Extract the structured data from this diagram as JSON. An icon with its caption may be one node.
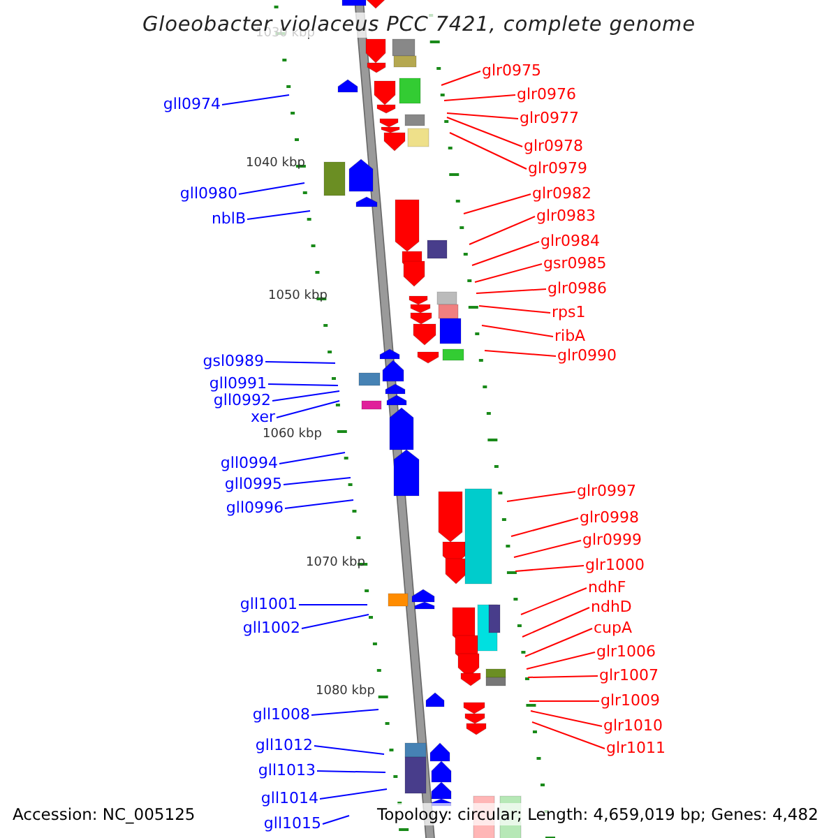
{
  "diagram": {
    "title": "Gloeobacter violaceus PCC 7421, complete genome",
    "nodes": [
      {
        "text": [
          "glr0975"
        ]
      },
      {
        "text": [
          "glr0976"
        ]
      },
      {
        "text": [
          "gll0974"
        ]
      },
      {
        "text": [
          "glr0977"
        ]
      },
      {
        "text": [
          "glr0978"
        ]
      },
      {
        "text": [
          "glr0979"
        ]
      },
      {
        "text": [
          "gll0980"
        ]
      },
      {
        "text": [
          "glr0982"
        ]
      },
      {
        "text": [
          "glr0983"
        ]
      },
      {
        "text": [
          "nblB"
        ]
      },
      {
        "text": [
          "glr0984"
        ]
      },
      {
        "text": [
          "gsr0985"
        ]
      },
      {
        "text": [
          "glr0986"
        ]
      },
      {
        "text": [
          "rps1"
        ]
      },
      {
        "text": [
          "ribA"
        ]
      },
      {
        "text": [
          "glr0990"
        ]
      },
      {
        "text": [
          "gsl0989"
        ]
      },
      {
        "text": [
          "gll0991"
        ]
      },
      {
        "text": [
          "gll0992"
        ]
      },
      {
        "text": [
          "xer"
        ]
      },
      {
        "text": [
          "gll0994"
        ]
      },
      {
        "text": [
          "gll0995"
        ]
      },
      {
        "text": [
          "glr0997"
        ]
      },
      {
        "text": [
          "gll0996"
        ]
      },
      {
        "text": [
          "glr0998"
        ]
      },
      {
        "text": [
          "glr0999"
        ]
      },
      {
        "text": [
          "glr1000"
        ]
      },
      {
        "text": [
          "ndhF"
        ]
      },
      {
        "text": [
          "gll1001"
        ]
      },
      {
        "text": [
          "ndhD"
        ]
      },
      {
        "text": [
          "gll1002"
        ]
      },
      {
        "text": [
          "cupA"
        ]
      },
      {
        "text": [
          "glr1006"
        ]
      },
      {
        "text": [
          "glr1007"
        ]
      },
      {
        "text": [
          "glr1009"
        ]
      },
      {
        "text": [
          "gll1008"
        ]
      },
      {
        "text": [
          "glr1010"
        ]
      },
      {
        "text": [
          "gll1012"
        ]
      },
      {
        "text": [
          "glr1011"
        ]
      },
      {
        "text": [
          "gll1013"
        ]
      },
      {
        "text": [
          "gll1014"
        ]
      },
      {
        "text": [
          "gll1015"
        ]
      }
    ],
    "edges": [
      {
        "from": 0,
        "to": null,
        "arrow": "none"
      },
      {
        "from": 1,
        "to": null,
        "arrow": "none"
      },
      {
        "from": 2,
        "to": null,
        "arrow": "none",
        "color": "#0000ff"
      },
      {
        "from": 3,
        "to": null,
        "arrow": "none"
      },
      {
        "from": 4,
        "to": null,
        "arrow": "none"
      },
      {
        "from": 5,
        "to": null,
        "arrow": "none"
      },
      {
        "from": 6,
        "to": null,
        "arrow": "none",
        "color": "#0000ff"
      },
      {
        "from": 7,
        "to": null,
        "arrow": "none"
      },
      {
        "from": 8,
        "to": null,
        "arrow": "none"
      },
      {
        "from": 9,
        "to": null,
        "arrow": "none",
        "color": "#0000ff"
      },
      {
        "from": 10,
        "to": null,
        "arrow": "none"
      },
      {
        "from": 11,
        "to": null,
        "arrow": "none"
      },
      {
        "from": 12,
        "to": null,
        "arrow": "none"
      },
      {
        "from": 13,
        "to": null,
        "arrow": "none"
      },
      {
        "from": 14,
        "to": null,
        "arrow": "none"
      },
      {
        "from": 15,
        "to": null,
        "arrow": "none"
      },
      {
        "from": 16,
        "to": null,
        "arrow": "none",
        "color": "#0000ff"
      },
      {
        "from": 17,
        "to": null,
        "arrow": "none",
        "color": "#0000ff"
      },
      {
        "from": 18,
        "to": null,
        "arrow": "none",
        "color": "#0000ff"
      },
      {
        "from": 19,
        "to": null,
        "arrow": "none",
        "color": "#0000ff"
      },
      {
        "from": 20,
        "to": null,
        "arrow": "none",
        "color": "#0000ff"
      },
      {
        "from": 21,
        "to": null,
        "arrow": "none",
        "color": "#0000ff"
      },
      {
        "from": 22,
        "to": null,
        "arrow": "none"
      },
      {
        "from": 23,
        "to": null,
        "arrow": "none",
        "color": "#0000ff"
      },
      {
        "from": 24,
        "to": null,
        "arrow": "none"
      },
      {
        "from": 25,
        "to": null,
        "arrow": "none"
      },
      {
        "from": 26,
        "to": null,
        "arrow": "none"
      },
      {
        "from": 27,
        "to": null,
        "arrow": "none"
      },
      {
        "from": 28,
        "to": null,
        "arrow": "none",
        "color": "#0000ff"
      },
      {
        "from": 29,
        "to": null,
        "arrow": "none"
      },
      {
        "from": 30,
        "to": null,
        "arrow": "none",
        "color": "#0000ff"
      },
      {
        "from": 31,
        "to": null,
        "arrow": "none"
      },
      {
        "from": 32,
        "to": null,
        "arrow": "none"
      },
      {
        "from": 33,
        "to": null,
        "arrow": "none"
      },
      {
        "from": 34,
        "to": null,
        "arrow": "none"
      },
      {
        "from": 35,
        "to": null,
        "arrow": "none",
        "color": "#0000ff"
      },
      {
        "from": 36,
        "to": null,
        "arrow": "none"
      },
      {
        "from": 37,
        "to": null,
        "arrow": "none",
        "color": "#0000ff"
      },
      {
        "from": 38,
        "to": null,
        "arrow": "none"
      },
      {
        "from": 39,
        "to": null,
        "arrow": "none",
        "color": "#0000ff"
      },
      {
        "from": 40,
        "to": null,
        "arrow": "none",
        "color": "#0000ff"
      },
      {
        "from": 41,
        "to": null,
        "arrow": "none",
        "color": "#0000ff"
      }
    ],
    "labels": [
      "1030 kbp",
      "1040 kbp",
      "1050 kbp",
      "1060 kbp",
      "1070 kbp",
      "1080 kbp",
      "Accession: NC_005125",
      "Topology: circular; Length: 4,659,019 bp; Genes: 4,482"
    ]
  }
}
